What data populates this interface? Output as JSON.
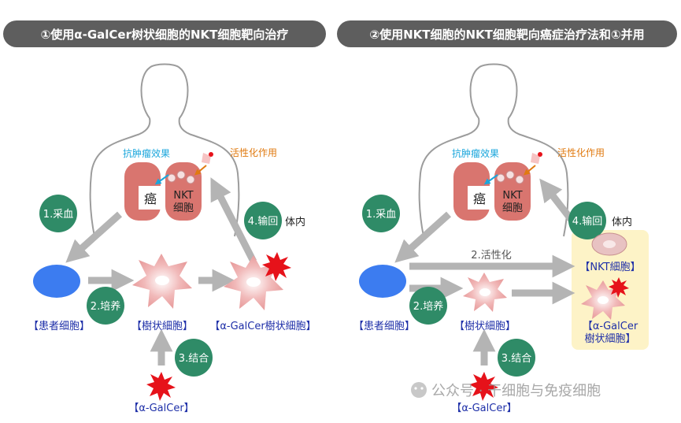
{
  "panels": [
    {
      "title": "①使用α-GalCer树状细胞的NKT细胞靶向治疗",
      "effect_label": "抗肿瘤效果",
      "activation_label": "活性化作用",
      "cancer_label": "癌",
      "nkt_label_line1": "NKT",
      "nkt_label_line2": "细胞",
      "step_collect": "1.采血",
      "step_culture": "2.培养",
      "step_bind": "3.结合",
      "step_return": "4.输回",
      "body_label": "体内",
      "patient_cell_label": "【患者细胞】",
      "dendritic_label": "【樹状細胞】",
      "loaded_dendritic_label": "【α-GalCer樹状細胞】",
      "galcer_label": "【α-GalCer】"
    },
    {
      "title": "②使用NKT细胞的NKT细胞靶向癌症治疗法和①并用",
      "effect_label": "抗肿瘤效果",
      "activation_label": "活性化作用",
      "cancer_label": "癌",
      "nkt_label_line1": "NKT",
      "nkt_label_line2": "细胞",
      "step_collect": "1.采血",
      "step_activate": "2.活性化",
      "step_culture": "2.培养",
      "step_bind": "3.结合",
      "step_return": "4.输回",
      "body_label": "体内",
      "patient_cell_label": "【患者细胞】",
      "dendritic_label": "【樹状細胞】",
      "nkt_box_label": "【NKT細胞】",
      "loaded_box_label_line1": "【α-GalCer",
      "loaded_box_label_line2": "樹状細胞】",
      "galcer_label": "【α-GalCer】"
    }
  ],
  "watermark": "公众号 · 干细胞与免疫细胞",
  "colors": {
    "header_bg": "#5e5e5e",
    "step_circle": "#2f8b67",
    "arrow_gray": "#b4b4b4",
    "organ": "#d9756f",
    "patient_cell": "#3c7cf0",
    "dendritic": "#f6c3c3",
    "label_blue": "#1e2fa8",
    "effect_blue": "#1aa6dc",
    "activation_orange": "#e07a10",
    "burst_red": "#e6121a",
    "highlight_box": "#fdf3c7"
  }
}
